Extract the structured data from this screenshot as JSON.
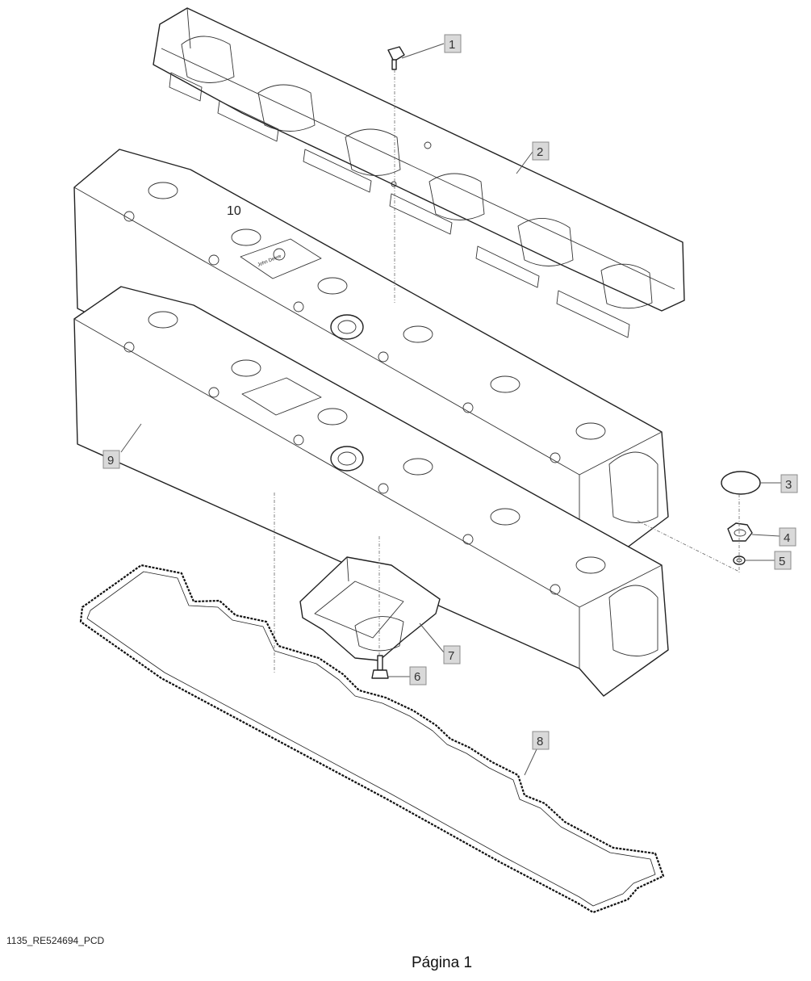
{
  "diagram": {
    "callouts": [
      {
        "id": "1",
        "label": "1"
      },
      {
        "id": "2",
        "label": "2"
      },
      {
        "id": "3",
        "label": "3"
      },
      {
        "id": "4",
        "label": "4"
      },
      {
        "id": "5",
        "label": "5"
      },
      {
        "id": "6",
        "label": "6"
      },
      {
        "id": "7",
        "label": "7"
      },
      {
        "id": "8",
        "label": "8"
      },
      {
        "id": "9",
        "label": "9"
      }
    ],
    "plain_label": "10",
    "logo_text": "John Deere"
  },
  "footer": {
    "code": "1135_RE524694_PCD",
    "page": "Página 1"
  }
}
